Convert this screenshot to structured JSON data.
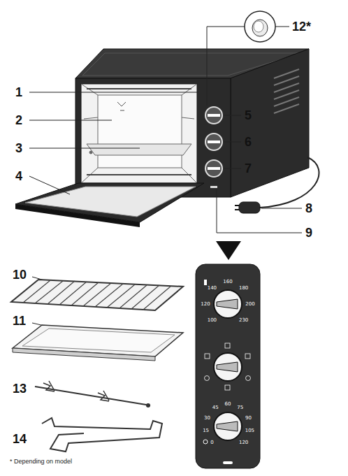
{
  "diagram": {
    "labels": [
      "1",
      "2",
      "3",
      "4",
      "5",
      "6",
      "7",
      "8",
      "9",
      "10",
      "11",
      "12*",
      "13",
      "14",
      "100",
      "120",
      "140",
      "160",
      "180",
      "200",
      "230",
      "0",
      "15",
      "30",
      "45",
      "60",
      "75",
      "90",
      "105",
      "120",
      "* Depending on model"
    ]
  }
}
